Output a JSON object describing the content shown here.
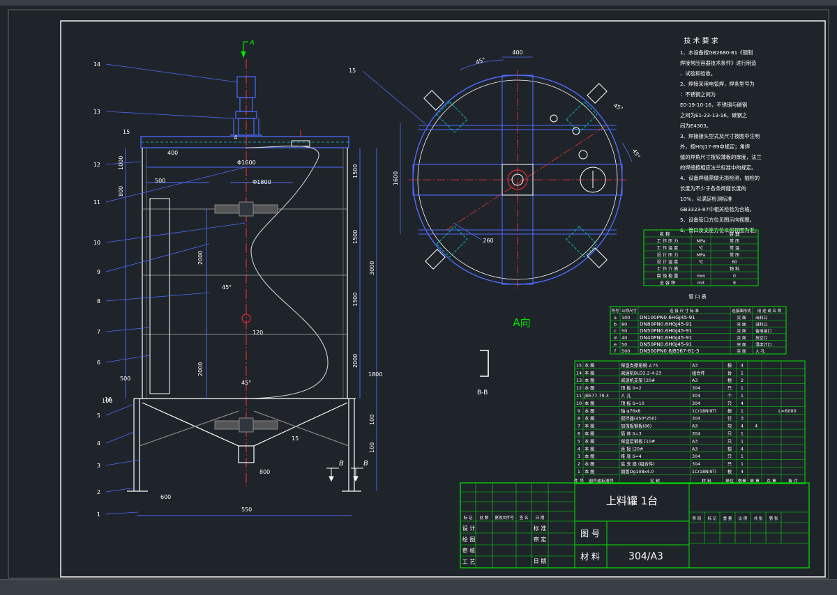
{
  "drawing": {
    "view_labels": {
      "section_a": "A",
      "section_b": "B",
      "a_view": "A向",
      "bb_view": "B-B"
    },
    "front_view": {
      "balloons": [
        "14",
        "13",
        "12",
        "11",
        "10",
        "9",
        "8",
        "7",
        "6",
        "5",
        "4",
        "3",
        "2",
        "1"
      ],
      "dimensions": [
        "15",
        "400",
        "1000",
        "800",
        "500",
        "Φ1600",
        "Φ1800",
        "1500",
        "2000",
        "3000",
        "1500",
        "1500",
        "2000",
        "2000",
        "45°",
        "45°",
        "120",
        "100",
        "600",
        "550",
        "1800",
        "100",
        "800",
        "100",
        "500",
        "16",
        "15",
        "4"
      ]
    },
    "top_view": {
      "balloon": "15",
      "dimensions": [
        "400",
        "45°",
        "45°",
        "45°",
        "1600",
        "260"
      ]
    },
    "tech_requirements": {
      "title": "技 术 要 求",
      "lines": [
        "1、本设备按GB2680-81《钢制",
        "焊接常压容器技术条件》进行制造",
        "、试验和验收。",
        "2、焊接采用电弧焊，焊条型号为",
        "：不锈钢之间为",
        "E0-19-10-16，不锈钢与碳钢",
        "之间为E1-23-13-16，碳钢之",
        "间为E4303。",
        "3、焊接接头型式及尺寸按图中注明",
        "外，按HGJ17-89中规定；角焊",
        "缝的焊角尺寸按较薄板的厚度，法兰",
        "的焊接按相应法兰标准中的规定。",
        "4、设备焊缝需做无损检测，抽检的",
        "长度为不少于各条焊缝长度的",
        "10%，以满足检测标准",
        "GB3323-87中相关检验为合格。",
        "5、设备管口方位见图示向视图。",
        "6、管口及支座方位以俯视图为准。"
      ]
    },
    "design_table": {
      "header": [
        "名 称",
        "",
        "容 器"
      ],
      "rows": [
        [
          "工 作 压 力",
          "MPa",
          "常 压"
        ],
        [
          "工 作 温 度",
          "℃",
          "常 温"
        ],
        [
          "设 计 压 力",
          "MPa",
          "常 压"
        ],
        [
          "设 计 温 度",
          "℃",
          "60"
        ],
        [
          "工 作 介 质",
          "",
          "物 料"
        ],
        [
          "腐 蚀 裕 量",
          "mm",
          "0"
        ],
        [
          "全 容 积",
          "m3",
          "9"
        ]
      ]
    },
    "nozzle_table": {
      "title": "管 口 表",
      "header": [
        "符号",
        "公称尺寸",
        "连 接 尺 寸 标 准",
        "连接面形式",
        "用 途 或 名 称"
      ],
      "rows": [
        [
          "a",
          "100",
          "DN100PN0.6HGJ45-91",
          "突 面",
          "出料口"
        ],
        [
          "b",
          "80",
          "DN80PN0.6HGJ45-91",
          "突 面",
          "进料口"
        ],
        [
          "c",
          "50",
          "DN50PN0.6HGJ45-91",
          "突 面",
          "备用接口"
        ],
        [
          "d",
          "40",
          "DN40PN0.6HGJ45-91",
          "突 面",
          "放空口"
        ],
        [
          "e",
          "50",
          "DN50PN0.6HGJ45-91",
          "突 面",
          "温度计口"
        ],
        [
          "f",
          "500",
          "DN500PN0.6JB567-81-3",
          "突 面",
          "人 孔"
        ]
      ]
    },
    "parts_list": {
      "rows": [
        [
          "15",
          "本 图",
          "保温支撑角钢 ∠75",
          "A3",
          "根",
          "4",
          ""
        ],
        [
          "14",
          "本 图",
          "减速机BLD2.2-4-23",
          "组合件",
          "台",
          "1",
          ""
        ],
        [
          "13",
          "本 图",
          "减速机支架 [20#",
          "A3",
          "根",
          "2",
          ""
        ],
        [
          "12",
          "本 图",
          "顶 板 δ=2",
          "304",
          "只",
          "1",
          ""
        ],
        [
          "11",
          "JB577-79-3",
          "人 孔",
          "304",
          "个",
          "1",
          ""
        ],
        [
          "10",
          "本 图",
          "顶 板 δ=10",
          "304",
          "只",
          "4",
          ""
        ],
        [
          "9",
          "本 图",
          "轴 φ76x8",
          "1Cr18Ni9Ti",
          "根",
          "1",
          "L=6000"
        ],
        [
          "8",
          "本 图",
          "搅拌器(450*250)",
          "304",
          "付",
          "3",
          ""
        ],
        [
          "7",
          "本 图",
          "加强板钢板(δ6)",
          "A3",
          "块",
          "4",
          "4"
        ],
        [
          "6",
          "本 图",
          "筒 体 δ=3",
          "304",
          "只",
          "1",
          ""
        ],
        [
          "5",
          "本 图",
          "保温层钢板 [10#",
          "A3",
          "只",
          "1",
          ""
        ],
        [
          "4",
          "本 图",
          "连 接 [20#",
          "A3",
          "根",
          "4",
          ""
        ],
        [
          "3",
          "本 图",
          "锥 底 δ=4",
          "304",
          "只",
          "1",
          ""
        ],
        [
          "2",
          "本 图",
          "底 支 座 (组合件)",
          "304",
          "只",
          "1",
          ""
        ],
        [
          "1",
          "本 图",
          "钢管Dg108x4.0",
          "1Cr18Ni9Ti",
          "根",
          "4",
          ""
        ]
      ],
      "header": [
        "件 号",
        "图号或标准号",
        "名 称",
        "材 料",
        "单位",
        "数量",
        "单 重",
        "总 重",
        "备 注"
      ]
    },
    "title_block": {
      "title": "上料罐 1台",
      "drawing_no_label": "图 号",
      "material_label": "材 料",
      "material": "304/A3",
      "left_labels": [
        "设 计",
        "绘 图",
        "审 核",
        "工 艺"
      ],
      "mid_labels": [
        "标 准",
        "审 定",
        "日 期"
      ],
      "rev_header": [
        "标 记",
        "处 数",
        "更改文件号",
        "签 名",
        "日 期"
      ],
      "right_header": [
        "阶 段",
        "标 记",
        "重 量",
        "比 例",
        "共 张",
        "第 张"
      ]
    },
    "colors": {
      "background": "#1f242a",
      "frame": "#ffffff",
      "vessel": "#4d6cff",
      "centerline": "#ff3030",
      "dim": "#ffffff",
      "accent": "#00e600",
      "hatch_cyan": "#00cccc",
      "text_yellow": "#ffff66"
    }
  }
}
